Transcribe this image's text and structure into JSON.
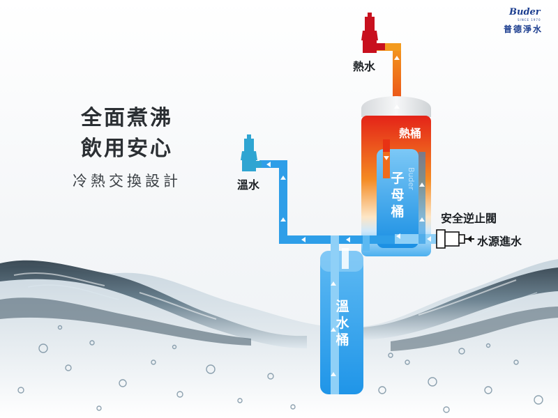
{
  "brand": {
    "logo_text": "Buder",
    "logo_subtext": "SINCE 1970",
    "name_zh": "普德淨水"
  },
  "headline": {
    "line1": "全面煮沸",
    "line2": "飲用安心",
    "subtitle": "冷熱交換設計"
  },
  "diagram": {
    "hot_water_outlet": "熱水",
    "warm_water_outlet": "溫水",
    "hot_tank": "熱桶",
    "inner_tank": "子母桶",
    "warm_tank": "溫水桶",
    "check_valve": "安全逆止閥",
    "water_inlet": "水源進水",
    "watermark": "Buder"
  },
  "colors": {
    "hot_red": "#e31d1d",
    "hot_orange": "#f07b1c",
    "cold_blue": "#1f96e6",
    "pipe_blue": "#2e9ee8",
    "valve_red": "#c8101e",
    "valve_teal": "#2fa5d2",
    "brand_blue": "#1b3d8f"
  },
  "icons": [
    "hot-water-faucet-icon",
    "warm-water-faucet-icon",
    "check-valve-icon",
    "flow-arrow-icon"
  ]
}
